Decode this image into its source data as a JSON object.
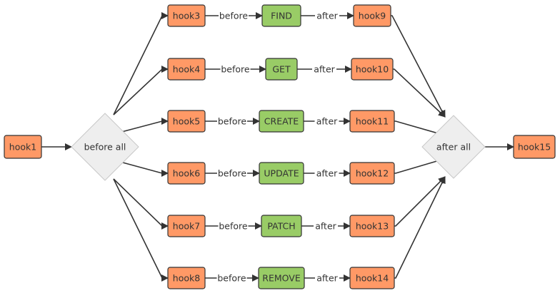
{
  "colors": {
    "hook_fill": "#ff9966",
    "operation_fill": "#99cc66",
    "decision_fill": "#eeeeee",
    "stroke": "#333333"
  },
  "nodes": {
    "hook1": "hook1",
    "before_all": "before all",
    "after_all": "after all",
    "hook15": "hook15"
  },
  "rows": [
    {
      "before_hook": "hook3",
      "before_label": "before",
      "operation": "FIND",
      "after_label": "after",
      "after_hook": "hook9"
    },
    {
      "before_hook": "hook4",
      "before_label": "before",
      "operation": "GET",
      "after_label": "after",
      "after_hook": "hook10"
    },
    {
      "before_hook": "hook5",
      "before_label": "before",
      "operation": "CREATE",
      "after_label": "after",
      "after_hook": "hook11"
    },
    {
      "before_hook": "hook6",
      "before_label": "before",
      "operation": "UPDATE",
      "after_label": "after",
      "after_hook": "hook12"
    },
    {
      "before_hook": "hook7",
      "before_label": "before",
      "operation": "PATCH",
      "after_label": "after",
      "after_hook": "hook13"
    },
    {
      "before_hook": "hook8",
      "before_label": "before",
      "operation": "REMOVE",
      "after_label": "after",
      "after_hook": "hook14"
    }
  ]
}
